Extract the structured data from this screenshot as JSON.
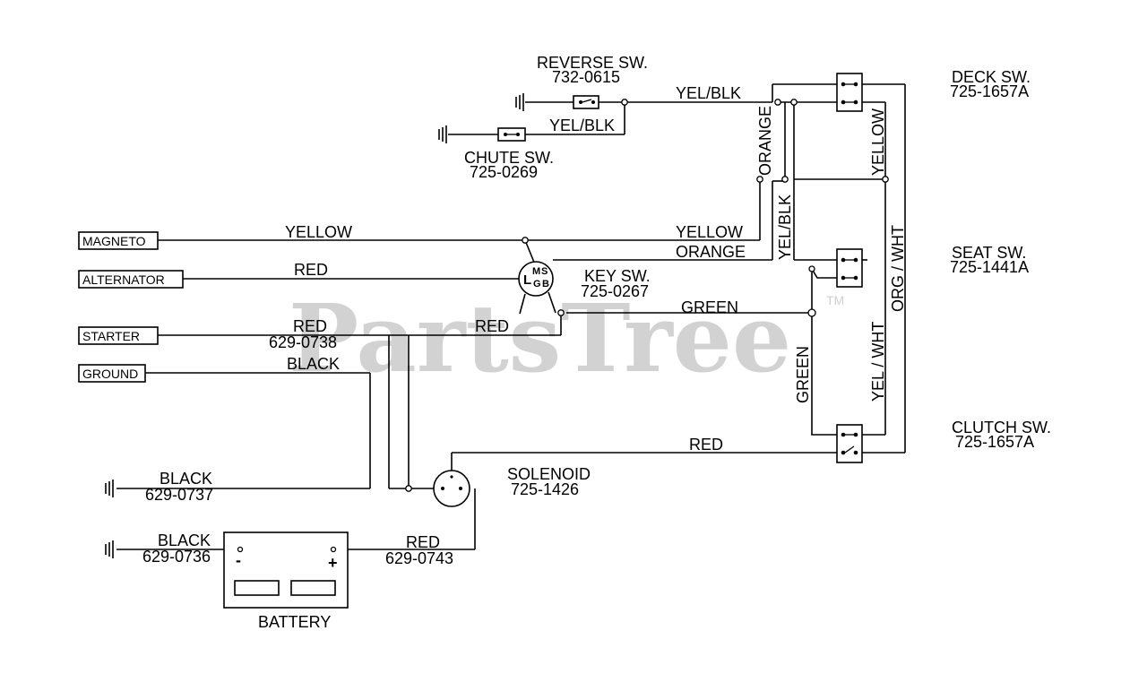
{
  "watermark": {
    "text": "PartsTree",
    "tm": "TM"
  },
  "inputs": {
    "magneto": "MAGNETO",
    "alternator": "ALTERNATOR",
    "starter": "STARTER",
    "ground": "GROUND"
  },
  "switches": {
    "reverse": {
      "name": "REVERSE SW.",
      "part": "732-0615"
    },
    "chute": {
      "name": "CHUTE SW.",
      "part": "725-0269"
    },
    "deck": {
      "name": "DECK SW.",
      "part": "725-1657A"
    },
    "seat": {
      "name": "SEAT SW.",
      "part": "725-1441A"
    },
    "clutch": {
      "name": "CLUTCH SW.",
      "part": "725-1657A"
    },
    "key": {
      "name": "KEY SW.",
      "part": "725-0267",
      "terminals": [
        "L",
        "M",
        "S",
        "G",
        "B"
      ]
    }
  },
  "solenoid": {
    "name": "SOLENOID",
    "part": "725-1426"
  },
  "battery": {
    "name": "BATTERY",
    "neg": "-",
    "pos": "+"
  },
  "wires": {
    "yel_blk_top": "YEL/BLK",
    "yel_blk_chute": "YEL/BLK",
    "orange_v": "ORANGE",
    "yellow_v": "YELLOW",
    "yel_blk_v": "YEL/BLK",
    "org_wht_v": "ORG / WHT",
    "yellow_magneto": "YELLOW",
    "yellow_key": "YELLOW",
    "orange_key": "ORANGE",
    "red_alternator": "RED",
    "green_key": "GREEN",
    "red_starter": "RED",
    "starter_part": "629-0738",
    "red_key_solenoid": "RED",
    "black_ground": "BLACK",
    "green_v": "GREEN",
    "yel_wht_v": "YEL / WHT",
    "red_clutch": "RED",
    "black_1": "BLACK",
    "black_1_part": "629-0737",
    "black_2": "BLACK",
    "black_2_part": "629-0736",
    "red_batt": "RED",
    "red_batt_part": "629-0743"
  }
}
